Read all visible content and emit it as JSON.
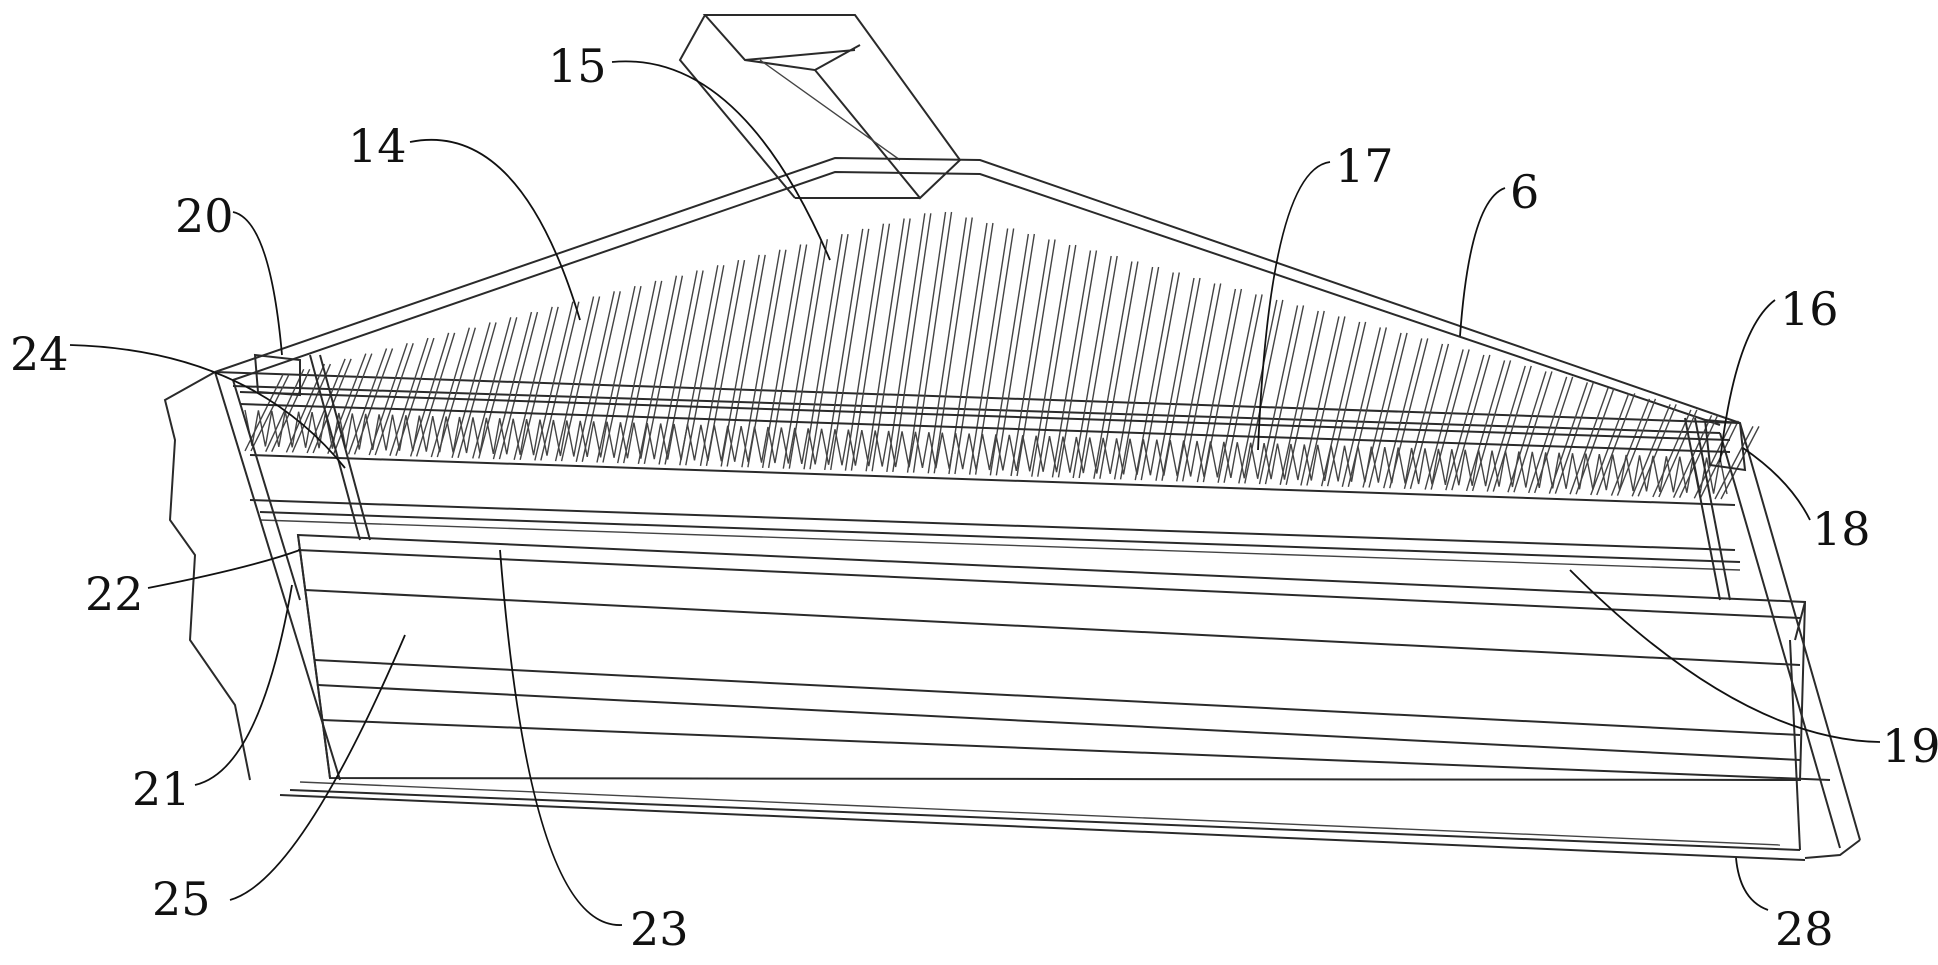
{
  "figure": {
    "labels": {
      "l6": "6",
      "l14": "14",
      "l15": "15",
      "l16": "16",
      "l17": "17",
      "l18": "18",
      "l19": "19",
      "l20": "20",
      "l21": "21",
      "l22": "22",
      "l23": "23",
      "l24": "24",
      "l25": "25",
      "l28": "28"
    }
  }
}
